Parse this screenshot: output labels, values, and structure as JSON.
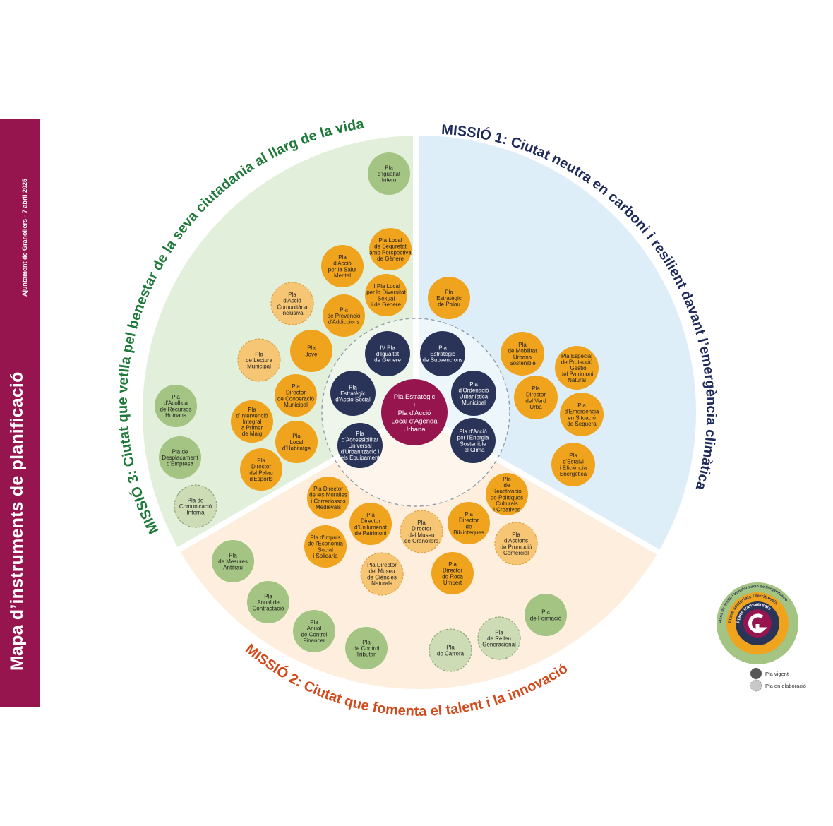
{
  "sidebar": {
    "title": "Mapa d’instruments de planificació",
    "subtitle": "Ajuntament de Granollers - 7 abril 2025"
  },
  "missions": [
    {
      "id": "m1",
      "title": "MISSIÓ 1: Ciutat neutra en carboni i resilient davant l’emergència climàtica",
      "color": "#1f2b5b"
    },
    {
      "id": "m2",
      "title": "MISSIÓ 2: Ciutat que fomenta el talent i la innovació",
      "color": "#d24a1c"
    },
    {
      "id": "m3",
      "title": "MISSIÓ 3: Ciutat que vetlla pel benestar de la seva ciutadania al llarg de la vida",
      "color": "#1f7a3a"
    }
  ],
  "colors": {
    "m1_bg": "#deeef8",
    "m2_bg": "#fdeedd",
    "m3_bg": "#e1efdb",
    "center": "#96154f",
    "navy": "#293458",
    "orange": "#f0a31c",
    "orange_draft": "#f6c675",
    "green": "#a3c482",
    "green_draft": "#cddcb5",
    "vigent": "#555555",
    "elaboracio": "#c8c8c8"
  },
  "center": {
    "lines": [
      "Pla Estratègic",
      "+",
      "Pla d'Acció",
      "Local d'Agenda",
      "Urbana"
    ]
  },
  "plans": [
    {
      "id": "p1",
      "cat": "navy",
      "status": "vigent",
      "lines": [
        "IV Pla",
        "d'Igualtat",
        "de Gènere"
      ]
    },
    {
      "id": "p2",
      "cat": "navy",
      "status": "vigent",
      "lines": [
        "Pla",
        "Estratègic",
        "de Subvencions"
      ]
    },
    {
      "id": "p3",
      "cat": "navy",
      "status": "vigent",
      "lines": [
        "Pla",
        "Estratègic",
        "d'Acció Social"
      ]
    },
    {
      "id": "p4",
      "cat": "navy",
      "status": "vigent",
      "lines": [
        "Pla",
        "d'Ordenació",
        "Urbanística",
        "Municipal"
      ]
    },
    {
      "id": "p5",
      "cat": "navy",
      "status": "vigent",
      "lines": [
        "Pla",
        "d'Accessibilitat",
        "Universal",
        "d'Urbanització i",
        "dels Equipaments"
      ]
    },
    {
      "id": "p6",
      "cat": "navy",
      "status": "vigent",
      "lines": [
        "Pla d'Acció",
        "per l'Energia",
        "Sostenible",
        "i el Clima"
      ]
    },
    {
      "id": "p7",
      "cat": "orange",
      "status": "vigent",
      "lines": [
        "Pla",
        "Estratègic",
        "de Palou"
      ]
    },
    {
      "id": "p8",
      "cat": "orange",
      "status": "vigent",
      "lines": [
        "Pla",
        "de Mobilitat",
        "Urbana",
        "Sostenible"
      ]
    },
    {
      "id": "p9",
      "cat": "orange",
      "status": "vigent",
      "lines": [
        "Pla Especial",
        "de Protecció",
        "i Gestió",
        "del Patrimoni",
        "Natural"
      ]
    },
    {
      "id": "p10",
      "cat": "orange",
      "status": "vigent",
      "lines": [
        "Pla",
        "Director",
        "del Verd",
        "Urbà"
      ]
    },
    {
      "id": "p11",
      "cat": "orange",
      "status": "vigent",
      "lines": [
        "Pla",
        "d'Emergència",
        "en Situació",
        "de Sequera"
      ]
    },
    {
      "id": "p12",
      "cat": "orange",
      "status": "vigent",
      "lines": [
        "Pla",
        "d'Estalvi",
        "i Eficiència",
        "Energètica"
      ]
    },
    {
      "id": "p13",
      "cat": "green",
      "status": "vigent",
      "lines": [
        "Pla",
        "d'Igualtat",
        "Intern"
      ]
    },
    {
      "id": "p14",
      "cat": "orange",
      "status": "vigent",
      "lines": [
        "Pla Local",
        "de Seguretat",
        "amb Perspectiva",
        "de Gènere"
      ]
    },
    {
      "id": "p15",
      "cat": "orange",
      "status": "vigent",
      "lines": [
        "Pla",
        "d'Acció",
        "per la Salut",
        "Mental"
      ]
    },
    {
      "id": "p16",
      "cat": "orange",
      "status": "vigent",
      "lines": [
        "II Pla Local",
        "per la Diversitat",
        "Sexual",
        "i de Gènere"
      ]
    },
    {
      "id": "p17",
      "cat": "orange",
      "status": "elaboracio",
      "lines": [
        "Pla",
        "d'Acció",
        "Comunitària",
        "Inclusiva"
      ]
    },
    {
      "id": "p18",
      "cat": "orange",
      "status": "vigent",
      "lines": [
        "Pla",
        "de Prevenció",
        "d'Addiccions"
      ]
    },
    {
      "id": "p19",
      "cat": "orange",
      "status": "vigent",
      "lines": [
        "Pla",
        "Jove"
      ]
    },
    {
      "id": "p20",
      "cat": "orange",
      "status": "elaboracio",
      "lines": [
        "Pla",
        "de Lectura",
        "Municipal"
      ]
    },
    {
      "id": "p21",
      "cat": "orange",
      "status": "vigent",
      "lines": [
        "Pla",
        "Director",
        "de Cooperació",
        "Municipal"
      ]
    },
    {
      "id": "p22",
      "cat": "orange",
      "status": "vigent",
      "lines": [
        "Pla",
        "d'Intervenció",
        "Integral",
        "a Primer",
        "de Maig"
      ]
    },
    {
      "id": "p23",
      "cat": "orange",
      "status": "vigent",
      "lines": [
        "Pla",
        "Local",
        "d'Habitatge"
      ]
    },
    {
      "id": "p24",
      "cat": "orange",
      "status": "vigent",
      "lines": [
        "Pla",
        "Director",
        "del Palau",
        "d'Esports"
      ]
    },
    {
      "id": "p25",
      "cat": "green",
      "status": "vigent",
      "lines": [
        "Pla",
        "d'Acollida",
        "de Recursos",
        "Humans"
      ]
    },
    {
      "id": "p26",
      "cat": "green",
      "status": "vigent",
      "lines": [
        "Pla de",
        "Desplaçament",
        "d'Empresa"
      ]
    },
    {
      "id": "p27",
      "cat": "green",
      "status": "elaboracio",
      "lines": [
        "Pla de",
        "Comunicació",
        "Interna"
      ]
    },
    {
      "id": "p28",
      "cat": "orange",
      "status": "vigent",
      "lines": [
        "Pla Director",
        "de les Muralles",
        "i Corredossos",
        "Medievals"
      ]
    },
    {
      "id": "p29",
      "cat": "orange",
      "status": "vigent",
      "lines": [
        "Pla",
        "de",
        "Reactivació",
        "de Polítiques",
        "Culturals",
        "i Creatives"
      ]
    },
    {
      "id": "p30",
      "cat": "orange",
      "status": "vigent",
      "lines": [
        "Pla",
        "Director",
        "d'Enllumenat",
        "de Patrimoni"
      ]
    },
    {
      "id": "p31",
      "cat": "orange",
      "status": "elaboracio",
      "lines": [
        "Pla",
        "Director",
        "del Museu",
        "de Granollers"
      ]
    },
    {
      "id": "p32",
      "cat": "orange",
      "status": "vigent",
      "lines": [
        "Pla",
        "Director",
        "de",
        "Biblioteques"
      ]
    },
    {
      "id": "p33",
      "cat": "orange",
      "status": "elaboracio",
      "lines": [
        "Pla",
        "d'Accions",
        "de Promoció",
        "Comercial"
      ]
    },
    {
      "id": "p34",
      "cat": "orange",
      "status": "vigent",
      "lines": [
        "Pla d'Impuls",
        "de l'Economia",
        "Social",
        "i Solidària"
      ]
    },
    {
      "id": "p35",
      "cat": "orange",
      "status": "elaboracio",
      "lines": [
        "Pla Director",
        "del Museu",
        "de Ciències",
        "Naturals"
      ]
    },
    {
      "id": "p36",
      "cat": "orange",
      "status": "vigent",
      "lines": [
        "Pla",
        "Director",
        "de Roca",
        "Umbert"
      ]
    },
    {
      "id": "p37",
      "cat": "green",
      "status": "vigent",
      "lines": [
        "Pla",
        "de Mesures",
        "Antifrau"
      ]
    },
    {
      "id": "p38",
      "cat": "green",
      "status": "vigent",
      "lines": [
        "Pla",
        "Anual de",
        "Contractació"
      ]
    },
    {
      "id": "p39",
      "cat": "green",
      "status": "vigent",
      "lines": [
        "Pla",
        "Anual",
        "de Control",
        "Financer"
      ]
    },
    {
      "id": "p40",
      "cat": "green",
      "status": "vigent",
      "lines": [
        "Pla",
        "de Control",
        "Tributari"
      ]
    },
    {
      "id": "p41",
      "cat": "green",
      "status": "elaboracio",
      "lines": [
        "Pla",
        "de Carrera"
      ]
    },
    {
      "id": "p42",
      "cat": "green",
      "status": "elaboracio",
      "lines": [
        "Pla",
        "de Relleu",
        "Generacional"
      ]
    },
    {
      "id": "p43",
      "cat": "green",
      "status": "vigent",
      "lines": [
        "Pla",
        "de Formació"
      ]
    }
  ],
  "legend": {
    "ring_labels": [
      "Plans de gestió i transformació de l'organització",
      "Plans sectorials / territorials",
      "Plans transversals"
    ],
    "vigent": "Pla vigent",
    "elaboracio": "Pla en elaboració"
  }
}
